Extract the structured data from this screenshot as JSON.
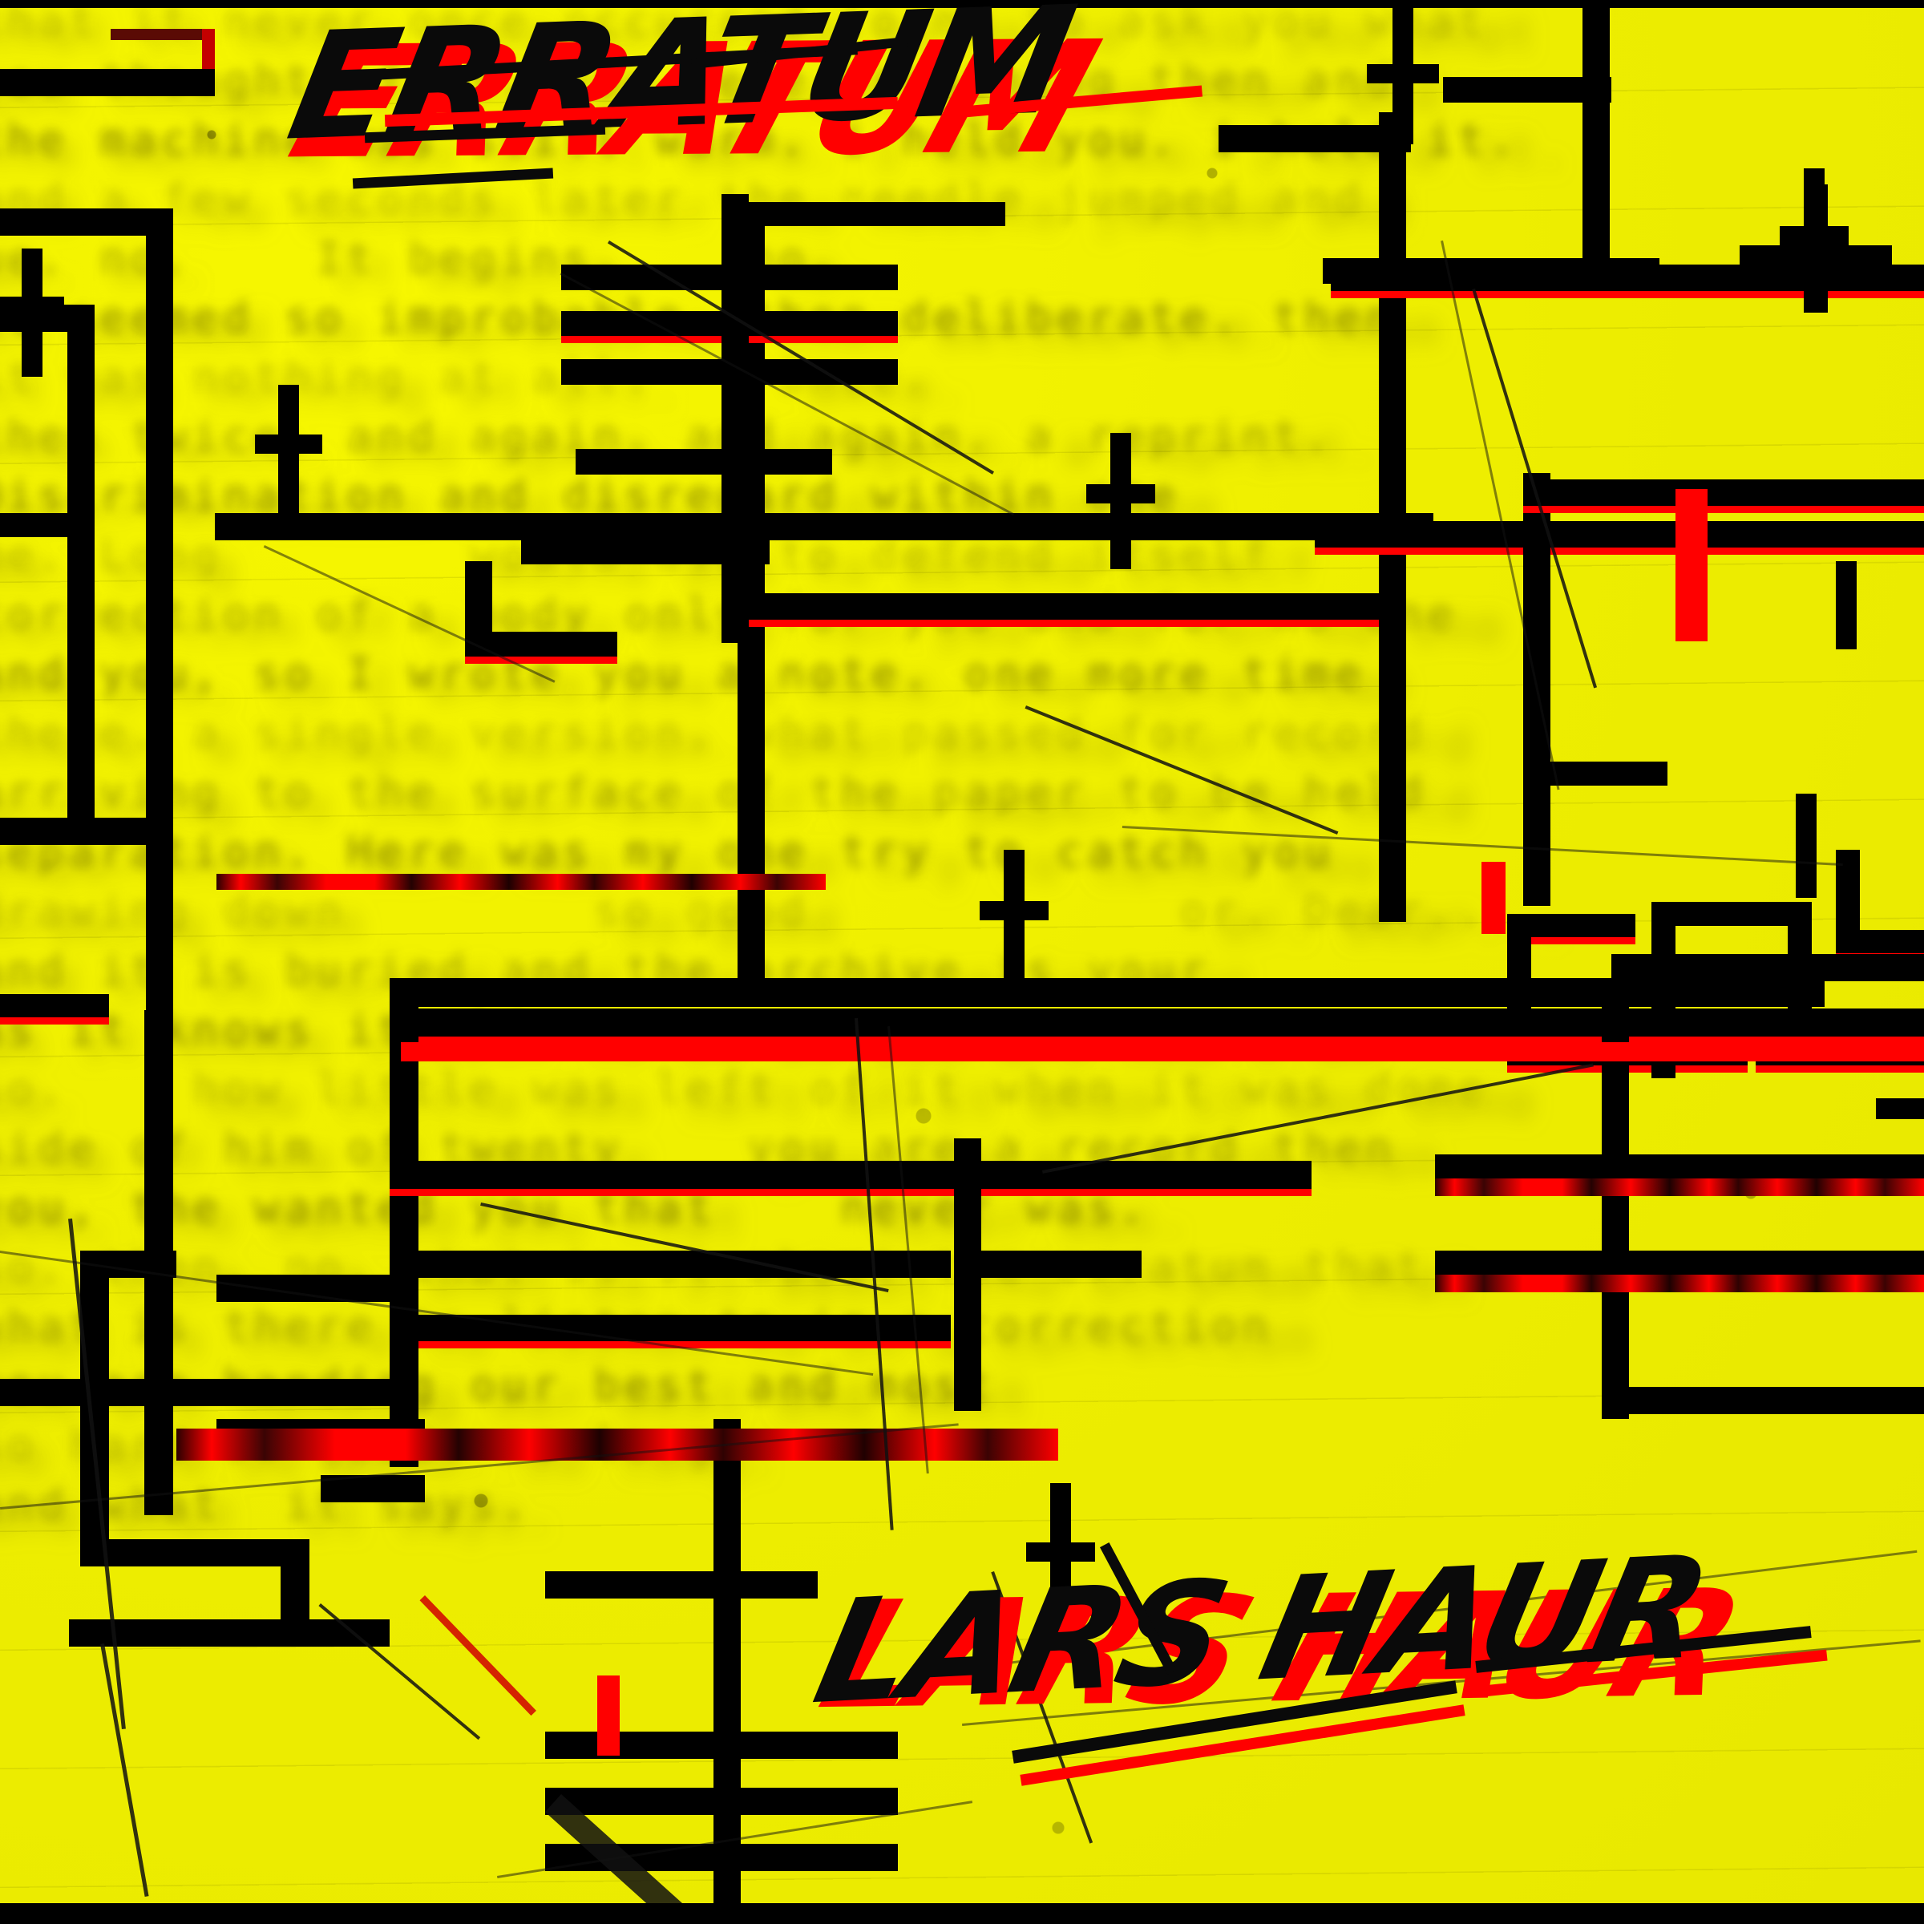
{
  "artwork": {
    "title": "ERRATUM",
    "artist": "LARS HAUR",
    "medium": "redacted-document-collage",
    "colors": {
      "background_yellow": "#F2F200",
      "ink_black": "#000000",
      "accent_red": "#FF0000",
      "ghost_text_olive": "#5C5A10"
    }
  },
  "ghost_text": {
    "note": "faded blurred typewriter text visible beneath the redaction bars",
    "lines": [
      "that it never once occurred to me to ask you what",
      "you thought of it. you were breathing then and",
      "the machine was still warm. i held you. i held it.",
      "and a few seconds later the needle jumped and",
      "we. no.    It begins.    no.",
      "it seemed so improbable. then deliberate. then",
      "it was nothing at all.    Once.",
      "then twice. and again. and again. a reprint.",
      "Discrimination and disregard within one",
      "me. Long        would use to defend itself",
      "correction of a body only for you and for no one",
      "and you, so I wrote you a note. one more time",
      "there. a single version. what passed for record",
      "arriving to the surface of the paper to be held",
      "separation. Here was my one try to catch you",
      "drawing down        so good            or. Dear...",
      "and it is buried and the archive is your",
      "as it knows itself to be as you are now i am",
      "so.    how little was left of it when it was done",
      "side of him of twenty    you are a record then",
      "you, the wanted you that    never was.",
      "so. then. no. what is it about the erratum that",
      "what is there to listen to in a correction",
      "you are handing our best and most                ",
      "so hard so good. so long.",
      "and what  it says."
    ]
  },
  "marks": {
    "redaction_bar": "redaction-bar",
    "red_offset_rule": "red-offset-rule",
    "cross": "cross-mark",
    "arrow": "down-arrow-mark",
    "red_tick": "red-tick-mark",
    "scratch": "scratch-line"
  }
}
